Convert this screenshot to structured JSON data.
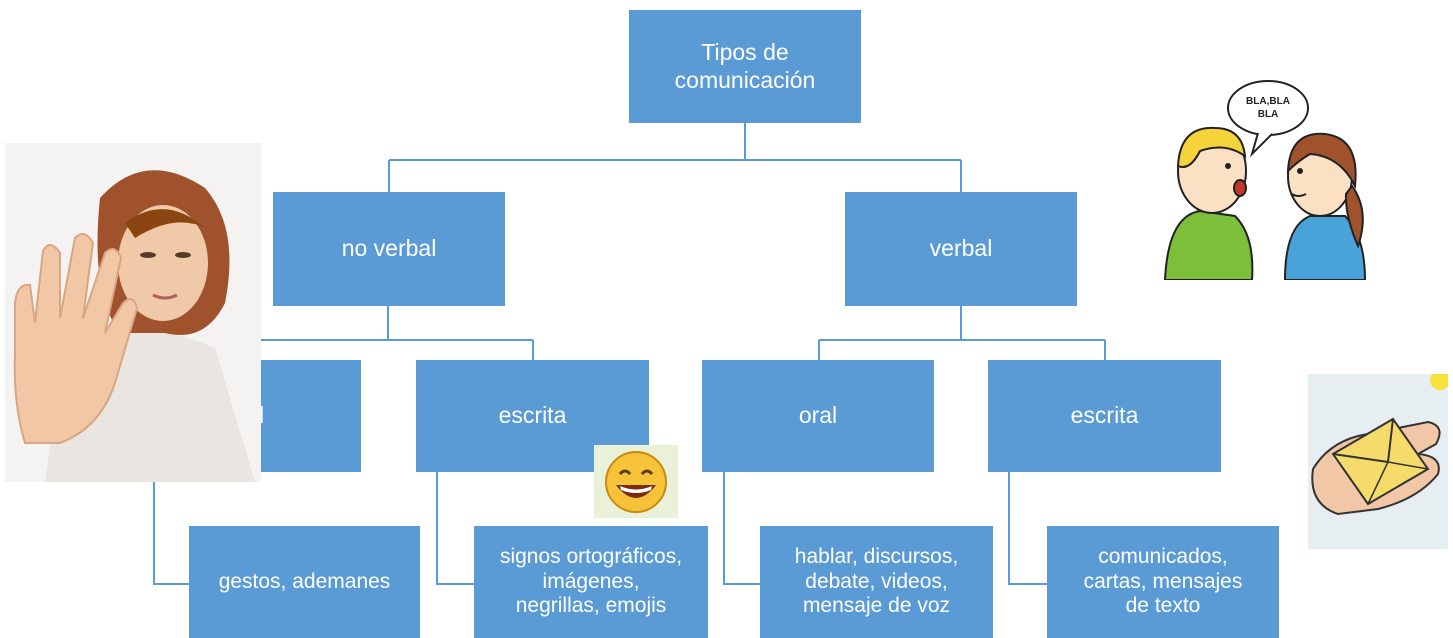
{
  "diagram": {
    "root": "Tipos de\ncomunicación",
    "branches": [
      {
        "label": "no verbal",
        "children": [
          {
            "label": "oral",
            "detail": "gestos, ademanes"
          },
          {
            "label": "escrita",
            "detail": "signos ortográficos,\nimágenes,\nnegrillas, emojis"
          }
        ]
      },
      {
        "label": "verbal",
        "children": [
          {
            "label": "oral",
            "detail": "hablar, discursos,\ndebate, videos,\nmensaje de  voz"
          },
          {
            "label": "escrita",
            "detail": "comunicados,\ncartas, mensajes\nde texto"
          }
        ]
      }
    ]
  },
  "illustrations": {
    "speech_bubble": "BLA,BLA\nBLA",
    "colors": {
      "box": "#5b9bd5",
      "connector": "#5b9bd5",
      "emoji": "#f6c23a"
    }
  }
}
